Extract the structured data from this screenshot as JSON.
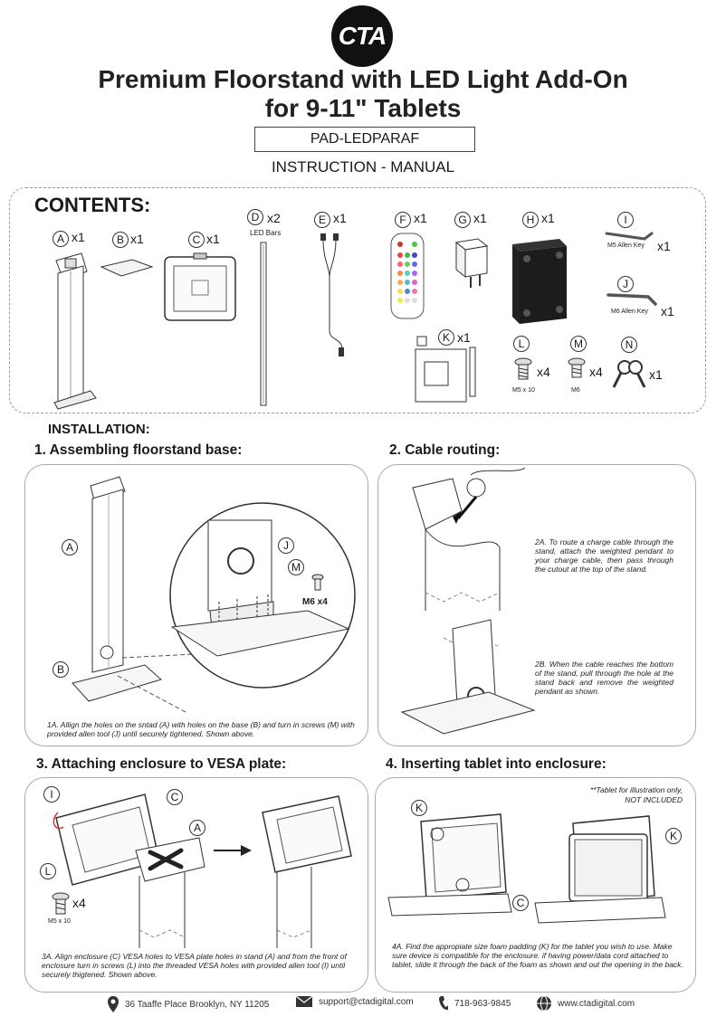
{
  "brand": {
    "logo_text": "CTA"
  },
  "header": {
    "title_line1": "Premium Floorstand with LED Light Add-On",
    "title_line2": "for 9-11\" Tablets",
    "model": "PAD-LEDPARAF",
    "subtitle": "INSTRUCTION - MANUAL"
  },
  "contents": {
    "heading": "CONTENTS:",
    "items": [
      {
        "letter": "A",
        "qty": "x1"
      },
      {
        "letter": "B",
        "qty": "x1"
      },
      {
        "letter": "C",
        "qty": "x1"
      },
      {
        "letter": "D",
        "qty": "x2",
        "label": "LED Bars"
      },
      {
        "letter": "E",
        "qty": "x1"
      },
      {
        "letter": "F",
        "qty": "x1"
      },
      {
        "letter": "G",
        "qty": "x1"
      },
      {
        "letter": "H",
        "qty": "x1"
      },
      {
        "letter": "I",
        "qty": "x1",
        "label": "M5 Allen Key"
      },
      {
        "letter": "J",
        "qty": "x1",
        "label": "M6 Allen Key"
      },
      {
        "letter": "K",
        "qty": "x1"
      },
      {
        "letter": "L",
        "qty": "x4",
        "label": "M5 x 10"
      },
      {
        "letter": "M",
        "qty": "x4",
        "label": "M6"
      },
      {
        "letter": "N",
        "qty": "x1"
      }
    ]
  },
  "installation": {
    "heading": "INSTALLATION:",
    "step1": {
      "title": "1. Assembling floorstand base:",
      "callout_a": "A",
      "callout_b": "B",
      "callout_j": "J",
      "callout_m": "M",
      "screw_label": "M6 x4",
      "note": "1A. Allign the holes on the sntad (A) with holes on the base (B) and turn in screws (M) with provided allen tool (J) until securely tightened. Shown above."
    },
    "step2": {
      "title": "2. Cable routing:",
      "note_a": "2A. To route a charge cable through the stand, attach the weighted pendant to your charge cable, then pass through the cutout at the top of the stand.",
      "note_b": "2B. When the cable reaches the bottom of the stand, pull through the hole at the stand back and remove the weighted pendant as shown."
    },
    "step3": {
      "title": "3. Attaching enclosure to VESA plate:",
      "callout_i": "I",
      "callout_c": "C",
      "callout_a": "A",
      "callout_l": "L",
      "screw_qty": "x4",
      "screw_label": "M5 x 10",
      "note": "3A. Align enclosure (C) VESA holes to VESA plate holes in stand (A) and from the front of enclosure turn in screws (L) into the threaded VESA holes with provided allen tool (I) until securely thigtened. Shown above."
    },
    "step4": {
      "title": "4. Inserting tablet into enclosure:",
      "disclaimer_line1": "**Tablet for illustration only,",
      "disclaimer_line2": "NOT INCLUDED",
      "callout_k1": "K",
      "callout_k2": "K",
      "callout_c": "C",
      "note": "4A. Find the appropiate size foam padding (K) for the tablet you wish to use. Make sure device is compatible for the enclosure. if having power/data cord attached to tablet, slide it through the back of the foam as shown and out the opening in the back."
    }
  },
  "footer": {
    "address": "36 Taaffe Place Brooklyn, NY 11205",
    "email": "support@ctadigital.com",
    "phone": "718-963-9845",
    "website": "www.ctadigital.com"
  }
}
